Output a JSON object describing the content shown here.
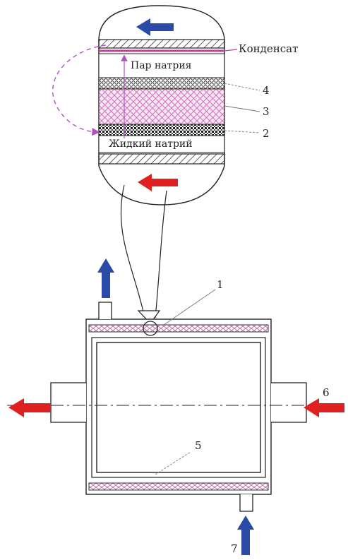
{
  "labels": {
    "condensate": "Конденсат",
    "sodium_vapor": "Пар натрия",
    "liquid_sodium": "Жидкий натрий",
    "n1": "1",
    "n2": "2",
    "n3": "3",
    "n4": "4",
    "n5": "5",
    "n6": "6",
    "n7": "7"
  },
  "colors": {
    "hot_arrow": "#e02020",
    "cold_arrow": "#2b4aa8",
    "wick_pink": "#e090d0",
    "condensate_line": "#c0409a",
    "circulation_dashed": "#b050c0",
    "line": "#222222"
  },
  "icons": {
    "arrow_blue_top": "arrow-left-icon",
    "arrow_red_liquid": "arrow-left-icon",
    "arrow_blue_up_pipe": "arrow-up-icon",
    "arrow_red_out": "arrow-left-icon",
    "arrow_red_in": "arrow-left-icon",
    "arrow_blue_in": "arrow-up-icon"
  }
}
